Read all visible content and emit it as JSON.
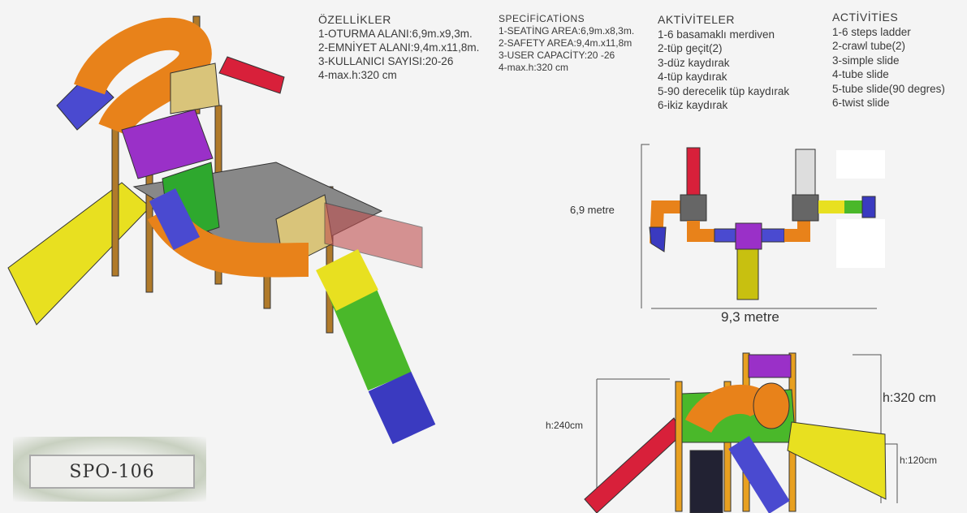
{
  "turkish_specs": {
    "heading": "ÖZELLİKLER",
    "lines": [
      "1-OTURMA ALANI:6,9m.x9,3m.",
      "2-EMNİYET ALANI:9,4m.x11,8m.",
      "3-KULLANICI SAYISI:20-26",
      "4-max.h:320 cm"
    ]
  },
  "english_specs": {
    "heading": "SPECİFİCATİONS",
    "lines": [
      "1-SEATİNG AREA:6,9m.x8,3m.",
      "2-SAFETY AREA:9,4m.x11,8m",
      "3-USER CAPACİTY:20 -26",
      "4-max.h:320 cm"
    ]
  },
  "turkish_activities": {
    "heading": "AKTİVİTELER",
    "lines": [
      "1-6 basamaklı merdiven",
      "2-tüp geçit(2)",
      "3-düz kaydırak",
      "4-tüp kaydırak",
      "5-90 derecelik tüp kaydırak",
      "6-ikiz kaydırak"
    ]
  },
  "english_activities": {
    "heading": "ACTİVİTİES",
    "lines": [
      "1-6 steps ladder",
      "2-crawl tube(2)",
      "3-simple slide",
      "4-tube slide",
      "5-tube slide(90 degres)",
      "6-twist slide"
    ]
  },
  "dimensions": {
    "depth": "6,9 metre",
    "width": "9,3 metre",
    "max_height": "h:320 cm",
    "platform_high": "h:240cm",
    "platform_low": "h:120cm"
  },
  "product_code": "SPO-106"
}
